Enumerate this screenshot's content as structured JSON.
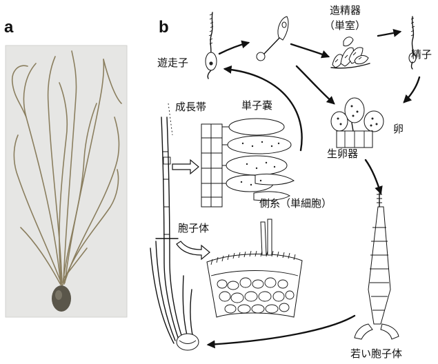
{
  "panels": {
    "a": "a",
    "b": "b"
  },
  "labels": {
    "zoospore": "遊走子",
    "antheridium_line1": "造精器",
    "antheridium_line2": "（単室）",
    "sperm": "精子",
    "egg": "卵",
    "oogonium": "生卵器",
    "growth_zone": "成長帯",
    "unilocular_sporangium": "単子嚢",
    "paraphysis": "側糸（単細胞）",
    "sporophyte": "胞子体",
    "young_sporophyte": "若い胞子体"
  },
  "colors": {
    "ink": "#111111",
    "photo_bg": "#e6e6e4",
    "thallus": "#8a7e5e",
    "holdfast": "#5a564a"
  }
}
